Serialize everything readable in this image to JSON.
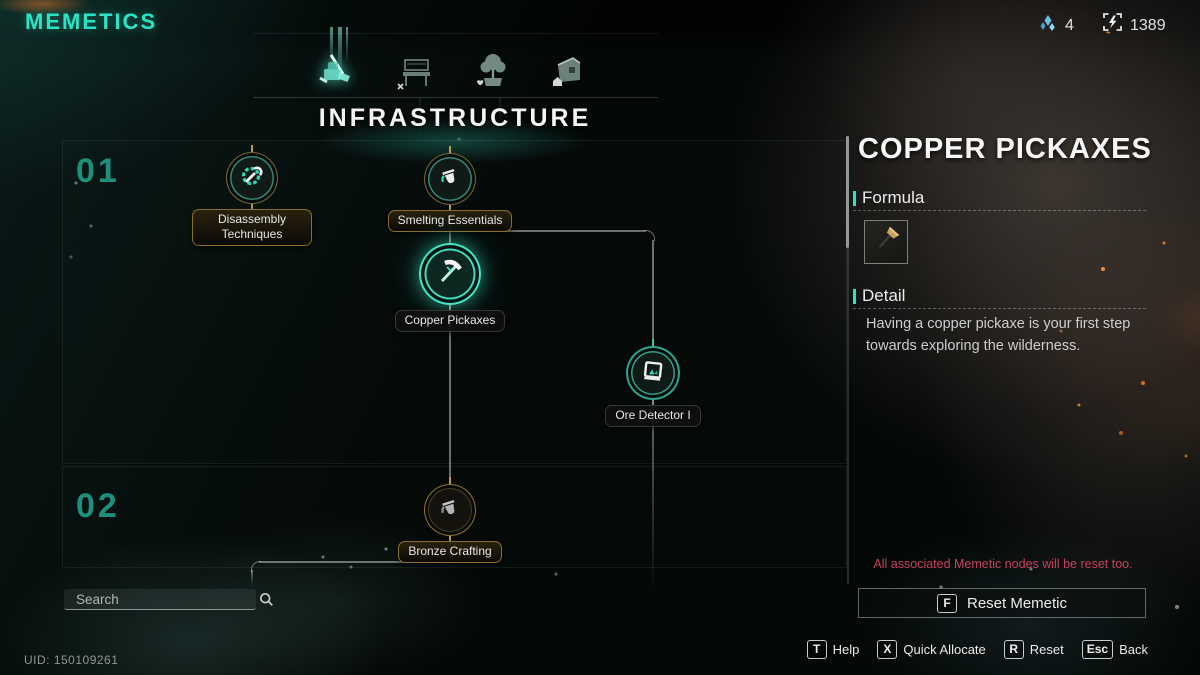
{
  "header": {
    "title": "MEMETICS",
    "currency_a": {
      "icon": "crystal-cluster-icon",
      "value": "4"
    },
    "currency_b": {
      "icon": "bracket-lightning-icon",
      "value": "1389"
    }
  },
  "tabs": {
    "heading": "INFRASTRUCTURE",
    "items": [
      {
        "icon": "salvage-machine-icon",
        "active": true
      },
      {
        "icon": "workbench-icon",
        "active": false
      },
      {
        "icon": "planter-tree-icon",
        "active": false
      },
      {
        "icon": "house-icon",
        "active": false
      }
    ]
  },
  "tree": {
    "tiers": [
      {
        "label": "01"
      },
      {
        "label": "02"
      }
    ],
    "nodes": [
      {
        "label": "Disassembly Techniques",
        "state": "learned",
        "icon": "gear-wrench-icon"
      },
      {
        "label": "Smelting Essentials",
        "state": "learned",
        "icon": "pouring-crucible-icon"
      },
      {
        "label": "Copper Pickaxes",
        "state": "selected",
        "icon": "pickaxe-icon"
      },
      {
        "label": "Ore Detector I",
        "state": "available",
        "icon": "ore-detector-icon"
      },
      {
        "label": "Bronze Crafting",
        "state": "locked",
        "icon": "crucible-icon"
      }
    ]
  },
  "detail_panel": {
    "title": "COPPER PICKAXES",
    "formula_heading": "Formula",
    "formula_item_icon": "hatchet-icon",
    "detail_heading": "Detail",
    "detail_text": "Having a copper pickaxe is your first step towards exploring the wilderness.",
    "warning": "All associated Memetic nodes will be reset too.",
    "reset_button": {
      "key": "F",
      "label": "Reset Memetic"
    }
  },
  "search": {
    "placeholder": "Search",
    "icon": "magnifier-icon"
  },
  "footer": {
    "uid": "UID: 150109261",
    "shortcuts": [
      {
        "key": "T",
        "label": "Help"
      },
      {
        "key": "X",
        "label": "Quick Allocate"
      },
      {
        "key": "R",
        "label": "Reset"
      },
      {
        "key": "Esc",
        "label": "Back"
      }
    ]
  },
  "colors": {
    "accent": "#2BE4C5",
    "warning": "#C8415C",
    "tier": "#1F8F7D",
    "ember": "#C85816"
  }
}
